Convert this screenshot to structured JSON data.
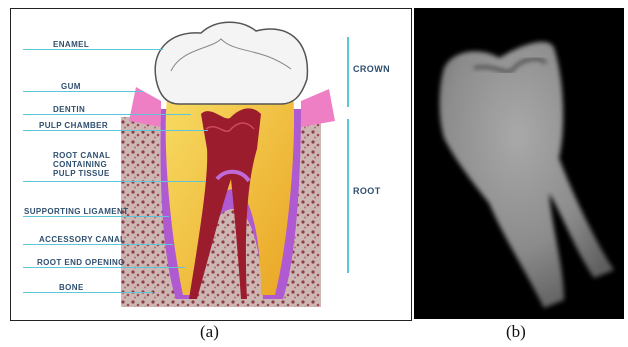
{
  "panel_a": {
    "labels": {
      "enamel": "ENAMEL",
      "gum": "GUM",
      "dentin": "DENTIN",
      "pulp_chamber": "PULP CHAMBER",
      "root_canal": "ROOT CANAL\nCONTAINING\nPULP TISSUE",
      "supporting_ligament": "SUPPORTING LIGAMENT",
      "accessory_canal": "ACCESSORY CANAL",
      "root_end_opening": "ROOT END OPENING",
      "bone": "BONE",
      "crown": "CROWN",
      "root": "ROOT"
    },
    "colors": {
      "leader": "#5fc6d9",
      "label": "#2f4f6f",
      "dentin": "#f1c232",
      "pulp": "#9b1c2c",
      "gum": "#ef7fc4",
      "bone": "#b9a2a0",
      "ligament": "#b05ad1"
    },
    "caption": "(a)"
  },
  "panel_b": {
    "caption": "(b)"
  }
}
